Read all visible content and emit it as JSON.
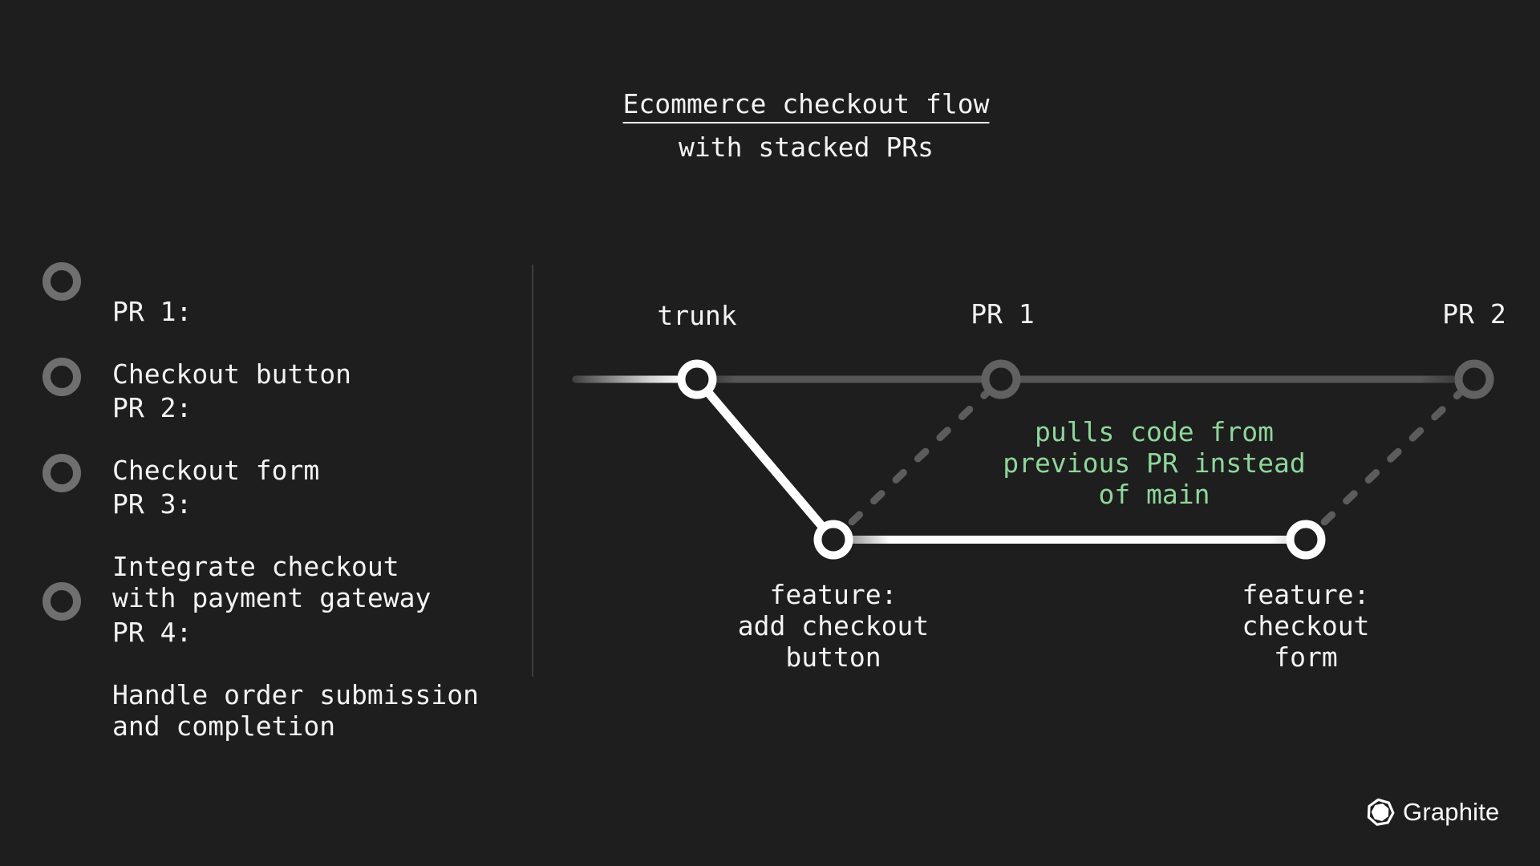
{
  "colors": {
    "background": "#1e1e1e",
    "text": "#f3f3f3",
    "annotation_green": "#8fd69b",
    "muted_line_gray": "#565656",
    "ring_gray": "#6f6f6f"
  },
  "header": {
    "title": "Ecommerce checkout flow",
    "subtitle": "with stacked PRs"
  },
  "pr_list": {
    "items": [
      {
        "label": "PR 1:",
        "description": "Checkout button"
      },
      {
        "label": "PR 2:",
        "description": "Checkout form"
      },
      {
        "label": "PR 3:",
        "description": "Integrate checkout\nwith payment gateway"
      },
      {
        "label": "PR 4:",
        "description": "Handle order submission\nand completion"
      }
    ]
  },
  "graph": {
    "trunk_label": "trunk",
    "pr1_label": "PR 1",
    "pr2_label": "PR 2",
    "annotation": "pulls code from\nprevious PR instead\nof main",
    "feature_branch_1": "feature:\nadd checkout\nbutton",
    "feature_branch_2": "feature:\ncheckout\nform"
  },
  "brand": {
    "name": "Graphite"
  }
}
